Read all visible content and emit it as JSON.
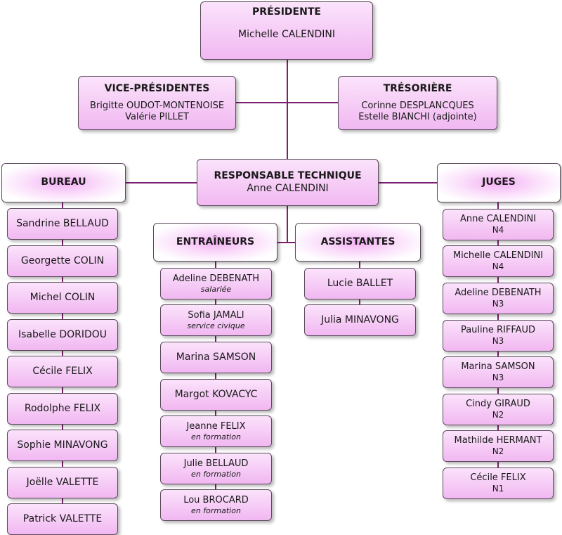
{
  "presidente": {
    "title": "PRÉSIDENTE",
    "name": "Michelle CALENDINI"
  },
  "vice": {
    "title": "VICE-PRÉSIDENTES",
    "names": [
      "Brigitte OUDOT-MONTENOISE",
      "Valérie PILLET"
    ]
  },
  "tresoriere": {
    "title": "TRÉSORIÈRE",
    "names": [
      "Corinne DESPLANCQUES",
      "Estelle BIANCHI (adjointe)"
    ]
  },
  "responsable": {
    "title": "RESPONSABLE TECHNIQUE",
    "name": "Anne CALENDINI"
  },
  "bureau": {
    "title": "BUREAU",
    "members": [
      "Sandrine BELLAUD",
      "Georgette COLIN",
      "Michel COLIN",
      "Isabelle DORIDOU",
      "Cécile FELIX",
      "Rodolphe FELIX",
      "Sophie MINAVONG",
      "Joëlle VALETTE",
      "Patrick VALETTE"
    ]
  },
  "entraineurs": {
    "title": "ENTRAÎNEURS",
    "members": [
      {
        "name": "Adeline DEBENATH",
        "note": "salariée"
      },
      {
        "name": "Sofia JAMALI",
        "note": "service civique"
      },
      {
        "name": "Marina SAMSON",
        "note": ""
      },
      {
        "name": "Margot KOVACYC",
        "note": ""
      },
      {
        "name": "Jeanne FELIX",
        "note": "en formation"
      },
      {
        "name": "Julie BELLAUD",
        "note": "en formation"
      },
      {
        "name": "Lou BROCARD",
        "note": "en formation"
      }
    ]
  },
  "assistantes": {
    "title": "ASSISTANTES",
    "members": [
      "Lucie BALLET",
      "Julia MINAVONG"
    ]
  },
  "juges": {
    "title": "JUGES",
    "members": [
      {
        "name": "Anne CALENDINI",
        "level": "N4"
      },
      {
        "name": "Michelle CALENDINI",
        "level": "N4"
      },
      {
        "name": "Adeline DEBENATH",
        "level": "N3"
      },
      {
        "name": "Pauline RIFFAUD",
        "level": "N3"
      },
      {
        "name": "Marina SAMSON",
        "level": "N3"
      },
      {
        "name": "Cindy GIRAUD",
        "level": "N2"
      },
      {
        "name": "Mathilde HERMANT",
        "level": "N2"
      },
      {
        "name": "Cécile FELIX",
        "level": "N1"
      }
    ]
  },
  "colors": {
    "connector": "#7b1f6e",
    "box_fill_top": "#fbe3fb",
    "box_fill_bottom": "#f1b8f1",
    "border": "#5a4a5a"
  }
}
